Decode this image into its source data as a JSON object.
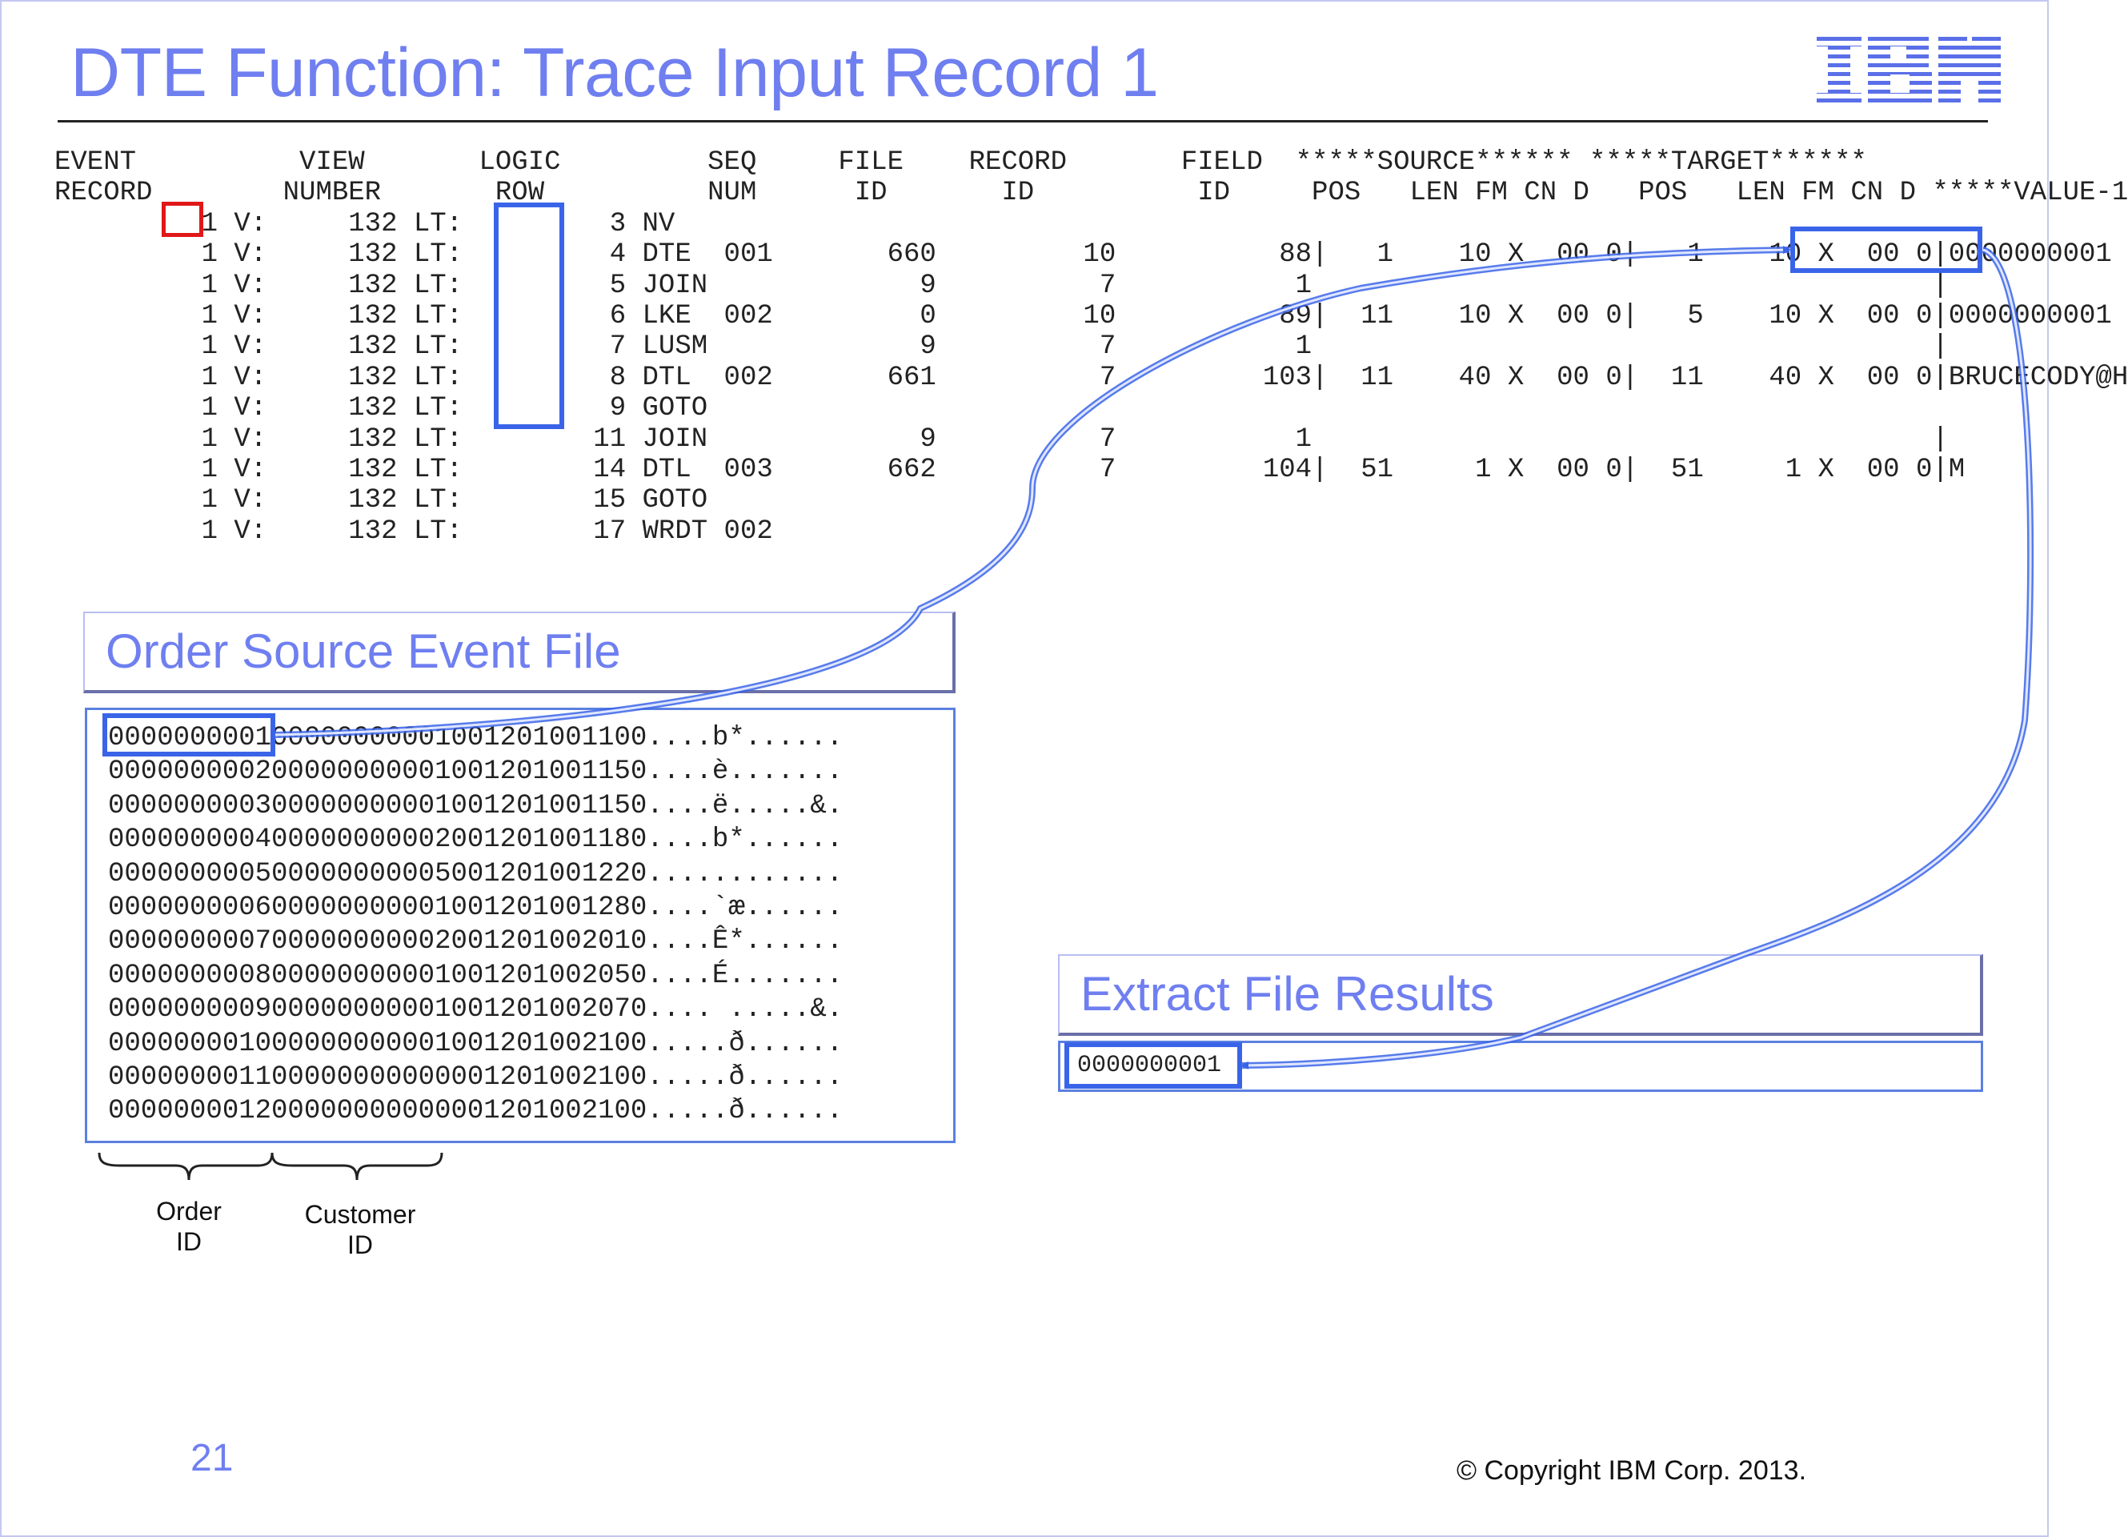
{
  "title": "DTE Function: Trace Input Record 1",
  "logo_text": "IBM",
  "trace": {
    "header": [
      "EVENT          VIEW       LOGIC         SEQ     FILE    RECORD       FIELD  *****SOURCE****** *****TARGET******",
      "RECORD        NUMBER       ROW          NUM      ID       ID          ID     POS   LEN FM CN D   POS   LEN FM CN D *****VALUE-1"
    ],
    "rows": [
      "         1 V:     132 LT:         3 NV",
      "         1 V:     132 LT:         4 DTE  001       660         10          88|   1    10 X  00 0|   1    10 X  00 0|0000000001",
      "         1 V:     132 LT:         5 JOIN             9          7           1                                      |",
      "         1 V:     132 LT:         6 LKE  002         0         10          89|  11    10 X  00 0|   5    10 X  00 0|0000000001",
      "         1 V:     132 LT:         7 LUSM             9          7           1                                      |",
      "         1 V:     132 LT:         8 DTL  002       661          7         103|  11    40 X  00 0|  11    40 X  00 0|BRUCECODY@H",
      "         1 V:     132 LT:         9 GOTO",
      "         1 V:     132 LT:        11 JOIN             9          7           1                                      |",
      "         1 V:     132 LT:        14 DTL  003       662          7         104|  51     1 X  00 0|  51     1 X  00 0|M",
      "         1 V:     132 LT:        15 GOTO",
      "         1 V:     132 LT:        17 WRDT 002"
    ]
  },
  "source_box": {
    "title": "Order Source Event File",
    "lines": [
      "000000000100000000001001201001100....b*......",
      "000000000200000000001001201001150....è.......",
      "000000000300000000001001201001150....ë.....&.",
      "000000000400000000002001201001180....b*......",
      "000000000500000000005001201001220............",
      "000000000600000000001001201001280....`æ......",
      "000000000700000000002001201002010....Ê*......",
      "000000000800000000001001201002050....É.......",
      "000000000900000000001001201002070.... .....&.",
      "000000001000000000001001201002100.....ð......",
      "000000001100000000000001201002100.....ð......",
      "000000001200000000000001201002100.....ð......"
    ],
    "brace_labels": [
      "Order\nID",
      "Customer\nID"
    ]
  },
  "extract_box": {
    "title": "Extract File Results",
    "value": "0000000001"
  },
  "footer": {
    "page_number": "21",
    "copyright": "© Copyright IBM Corp. 2013."
  },
  "colors": {
    "accent": "#6f7ff0",
    "highlight_blue": "#3a64e8",
    "highlight_red": "#e01818"
  }
}
